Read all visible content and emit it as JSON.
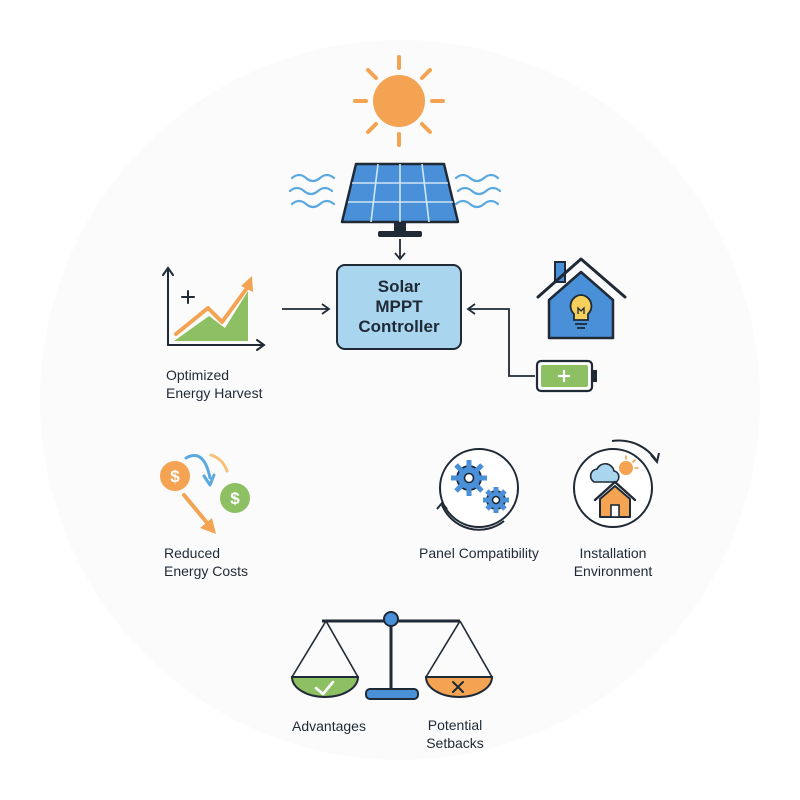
{
  "controller": {
    "line1": "Solar",
    "line2": "MPPT",
    "line3": "Controller"
  },
  "benefits": {
    "harvest": {
      "line1": "Optimized",
      "line2": "Energy Harvest"
    },
    "costs": {
      "line1": "Reduced",
      "line2": "Energy Costs"
    }
  },
  "considerations": {
    "panel": "Panel Compatibility",
    "install": {
      "line1": "Installation",
      "line2": "Environment"
    }
  },
  "balance": {
    "left": "Advantages",
    "right": {
      "line1": "Potential",
      "line2": "Setbacks"
    }
  },
  "icons": {
    "sun": "sun-icon",
    "panel": "solar-panel-icon",
    "home": "house-lightbulb-icon",
    "battery": "battery-icon",
    "growth": "growth-chart-icon",
    "money": "money-savings-icon",
    "gears": "gears-icon",
    "weather": "weather-house-icon",
    "scale": "balance-scale-icon"
  },
  "colors": {
    "outline": "#1f2a36",
    "blue": "#4a90d9",
    "light_blue": "#a9d5ee",
    "orange": "#f0a050",
    "green": "#8cc063",
    "wave": "#5aa8e0"
  }
}
